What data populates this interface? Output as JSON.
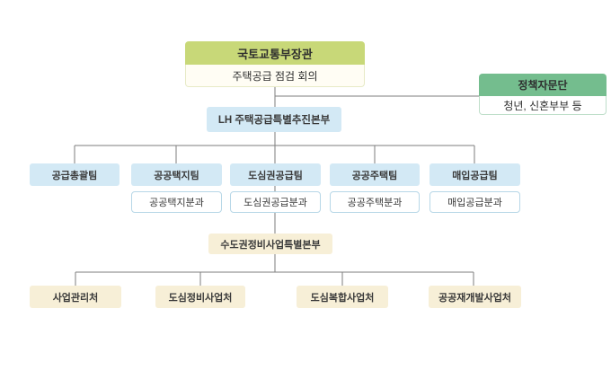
{
  "org_chart": {
    "minister": {
      "title": "국토교통부장관",
      "subtitle": "주택공급 점검 회의"
    },
    "advisory": {
      "title": "정책자문단",
      "subtitle": "청년, 신혼부부 등"
    },
    "lh_hq": {
      "label": "LH 주택공급특별추진본부"
    },
    "teams": [
      {
        "label": "공급총괄팀",
        "sub": null
      },
      {
        "label": "공공택지팀",
        "sub": "공공택지분과"
      },
      {
        "label": "도심권공급팀",
        "sub": "도심권공급분과"
      },
      {
        "label": "공공주택팀",
        "sub": "공공주택분과"
      },
      {
        "label": "매입공급팀",
        "sub": "매입공급분과"
      }
    ],
    "metro_hq": {
      "label": "수도권정비사업특별본부"
    },
    "offices": [
      {
        "label": "사업관리처"
      },
      {
        "label": "도심정비사업처"
      },
      {
        "label": "도심복합사업처"
      },
      {
        "label": "공공재개발사업처"
      }
    ],
    "colors": {
      "minister_header": "#c8d878",
      "advisory_header": "#74bd8e",
      "team_fill": "#d3e9f5",
      "subteam_border": "#b7d7e7",
      "office_fill": "#f7efd7",
      "connector_line": "#7d7d7d",
      "background": "#ffffff"
    }
  }
}
